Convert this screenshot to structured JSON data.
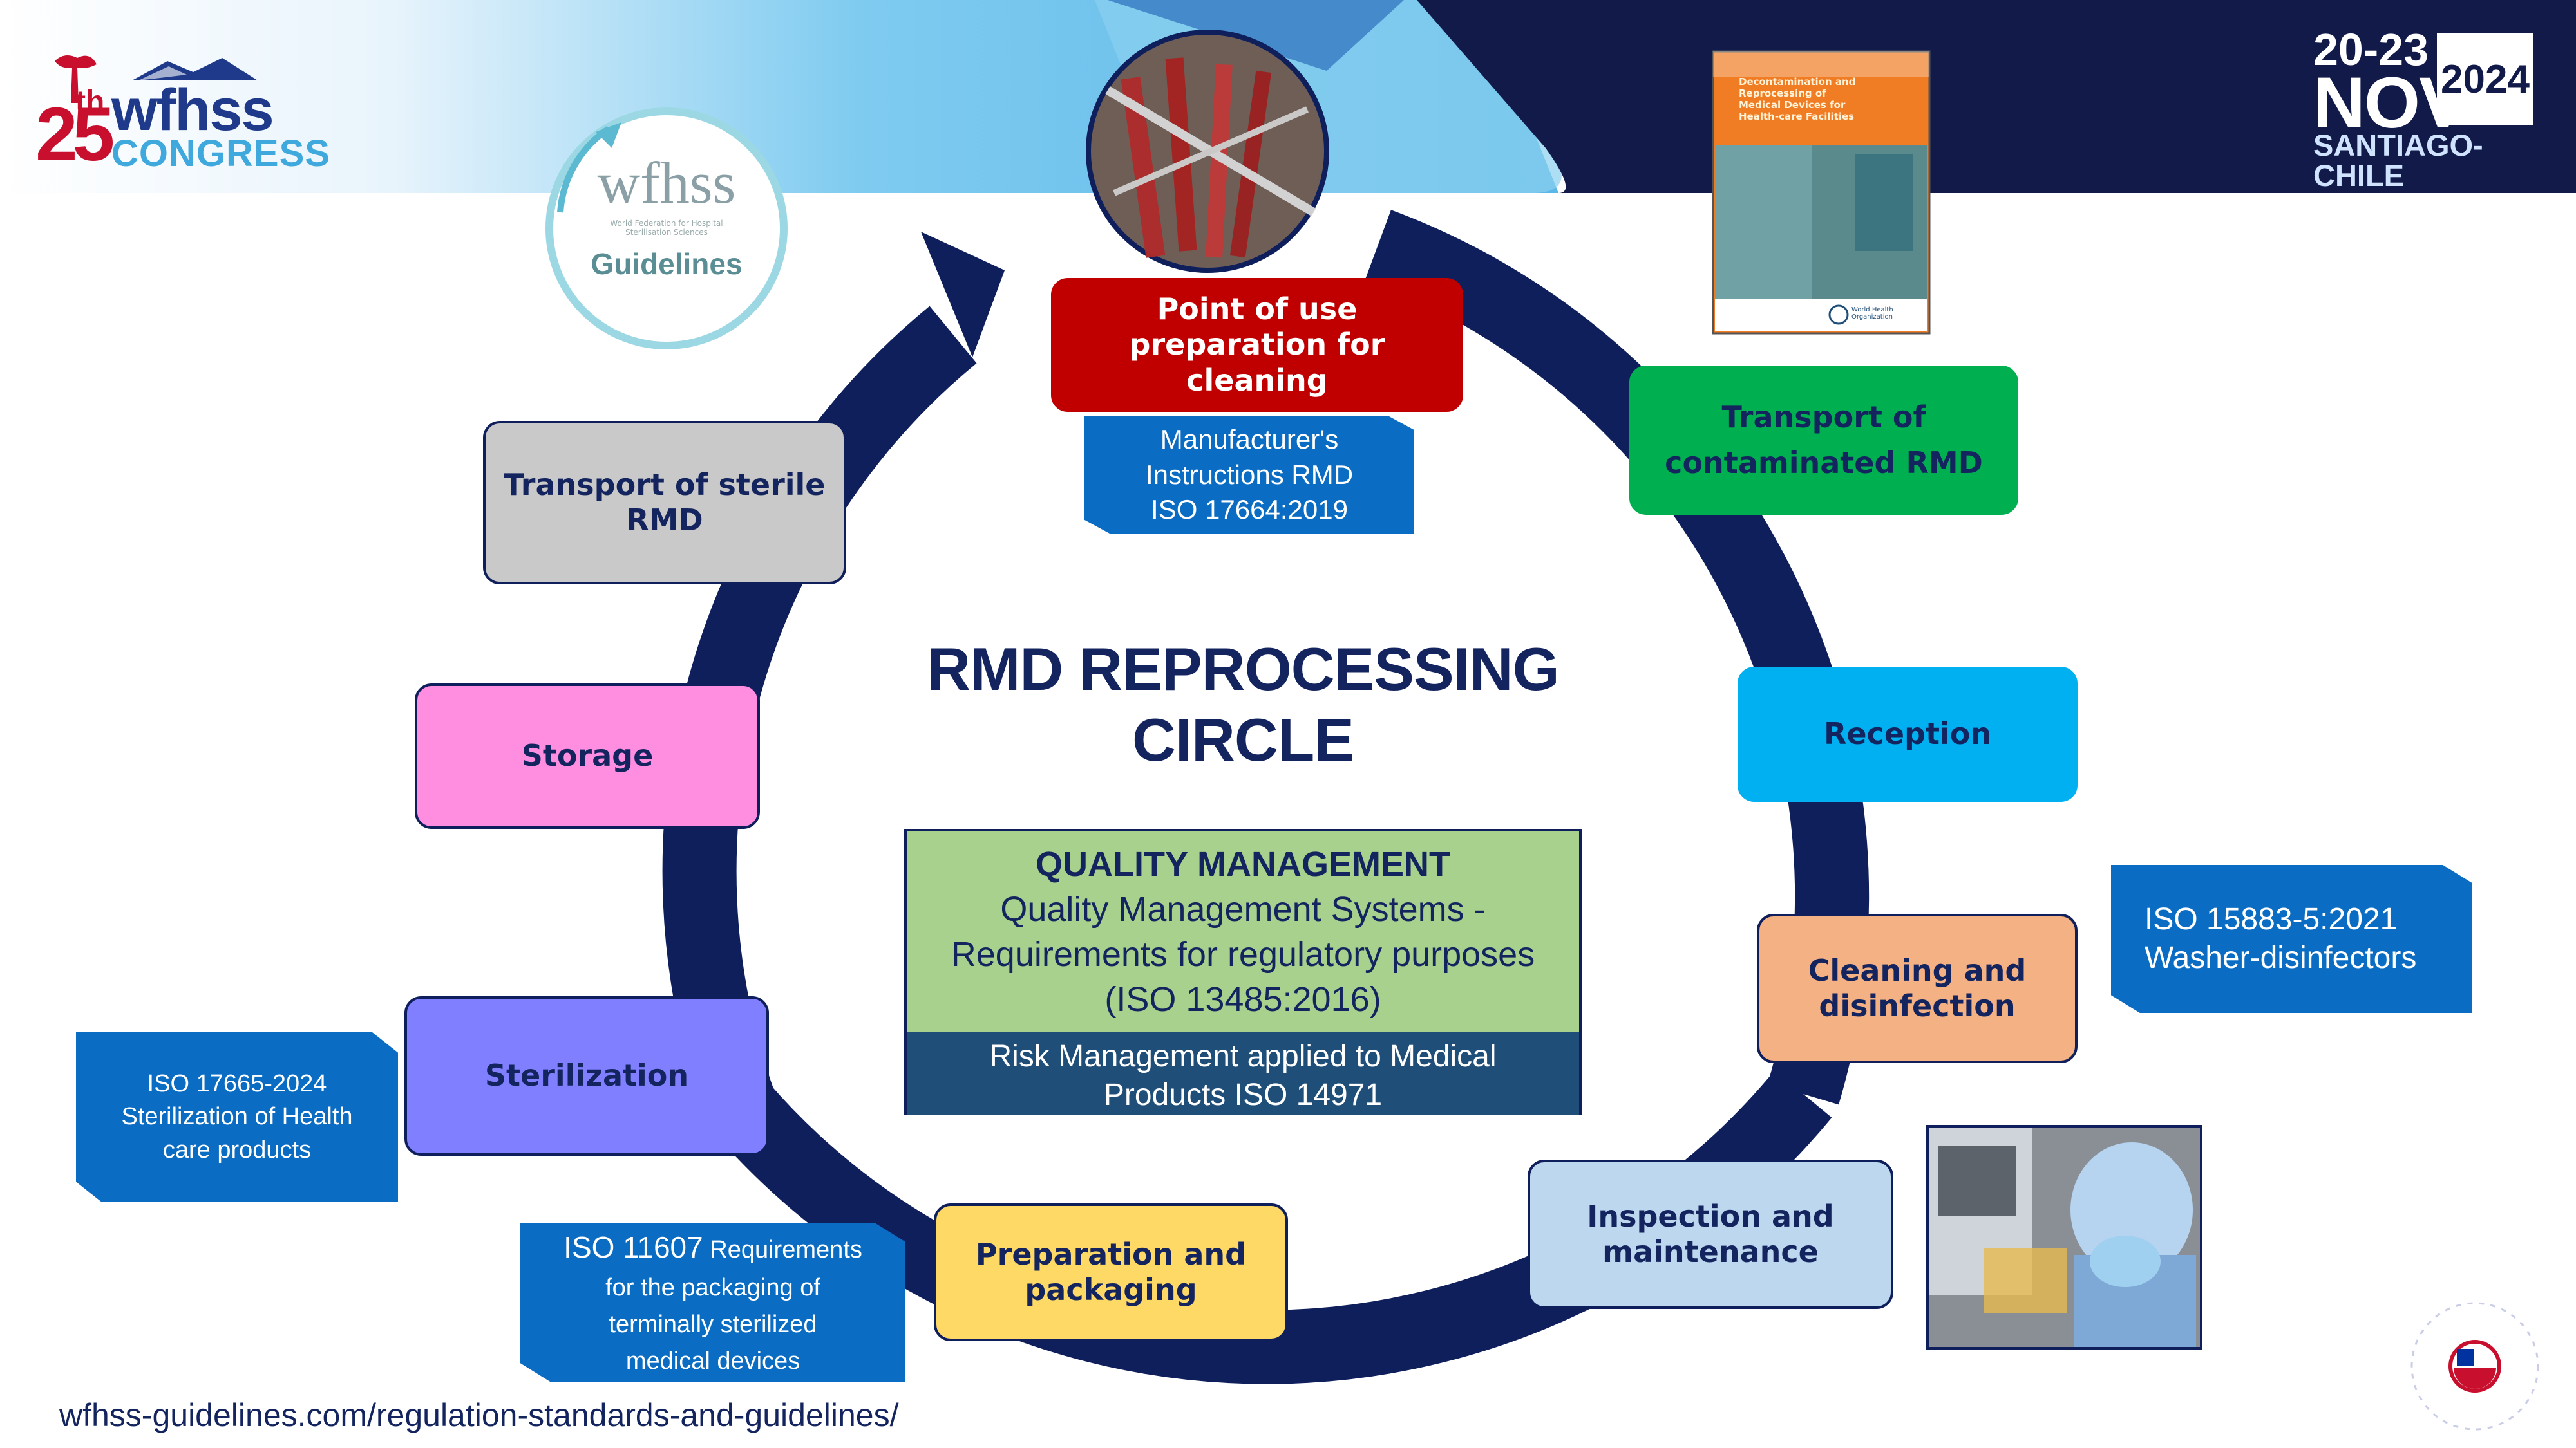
{
  "header": {
    "congress_number": "25",
    "congress_suffix": "th",
    "congress_name": "wfhss",
    "congress_word": "CONGRESS",
    "date_range": "20-23",
    "month": "NOV",
    "year": "2024",
    "location": "SANTIAGO-CHILE"
  },
  "guidelines_badge": {
    "brand": "wfhss",
    "tagline": "World Federation for Hospital Sterilisation Sciences",
    "label": "Guidelines"
  },
  "who_book": {
    "title": "Decontamination and Reprocessing of Medical Devices for Health-care Facilities",
    "publisher": "World Health Organization"
  },
  "diagram": {
    "title_line1": "RMD REPROCESSING",
    "title_line2": "CIRCLE",
    "steps": [
      {
        "id": "point-of-use",
        "label": "Point of use preparation for cleaning",
        "color": "#c00000",
        "text_color": "#ffffff"
      },
      {
        "id": "transport-contaminated",
        "label": "Transport of contaminated RMD",
        "color": "#00b050"
      },
      {
        "id": "reception",
        "label": "Reception",
        "color": "#00b0f0"
      },
      {
        "id": "cleaning",
        "label": "Cleaning and disinfection",
        "color": "#f4b183"
      },
      {
        "id": "inspection",
        "label": "Inspection and maintenance",
        "color": "#bdd7ee"
      },
      {
        "id": "preparation",
        "label": "Preparation and packaging",
        "color": "#ffd966"
      },
      {
        "id": "sterilization",
        "label": "Sterilization",
        "color": "#7f7fff"
      },
      {
        "id": "storage",
        "label": "Storage",
        "color": "#ff8de0"
      },
      {
        "id": "transport-sterile",
        "label": "Transport of sterile RMD",
        "color": "#c9c9c9"
      }
    ],
    "quality": {
      "heading": "QUALITY MANAGEMENT",
      "line1": "Quality Management Systems -",
      "line2": "Requirements for regulatory purposes",
      "line3": "(ISO 13485:2016)",
      "risk_line1": "Risk Management applied to Medical",
      "risk_line2": "Products ISO 14971"
    },
    "standards": {
      "manufacturer": {
        "line1": "Manufacturer's",
        "line2": "Instructions RMD",
        "line3": "ISO 17664:2019"
      },
      "washer": {
        "line1": "ISO 15883-5:2021",
        "line2": "Washer-disinfectors"
      },
      "sterilization": {
        "line1": "ISO 17665-2024",
        "line2": "Sterilization  of Health",
        "line3": "care products"
      },
      "packaging": {
        "code": "ISO 11607",
        "line1": "Requirements",
        "line2": "for the packaging of",
        "line3": "terminally sterilized",
        "line4": "medical devices"
      }
    }
  },
  "footer": {
    "url": "wfhss-guidelines.com/regulation-standards-and-guidelines/"
  },
  "colors": {
    "navy": "#0f1f5c",
    "iso_blue": "#0a6cc2",
    "quality_green": "#a9d18e",
    "risk_blue": "#1f4e79"
  }
}
